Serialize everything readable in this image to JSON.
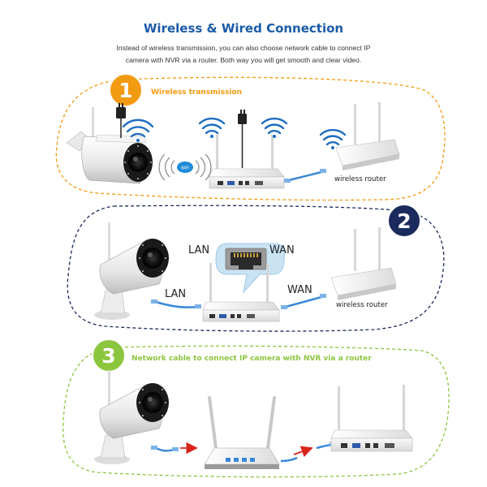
{
  "title": "Wireless & Wired Connection",
  "intro": {
    "line1": "Instead of wireless transmission, you can also choose network cable to connect IP",
    "line2": "camera with NVR via a router. Both way you will get smooth and clear video."
  },
  "colors": {
    "title": "#1a5aa8",
    "section1": "#f29a10",
    "section2": "#1b2a5c",
    "section3": "#8cc63f"
  },
  "sections": [
    {
      "number": "1",
      "label": "Wireless transmission",
      "router_label": "wireless router",
      "icons": [
        "wifi-icon",
        "power-plug-icon",
        "wireless-signal-icon"
      ]
    },
    {
      "number": "2",
      "router_label": "wireless router",
      "port_left": "LAN",
      "port_right": "WAN",
      "cable_left": "LAN",
      "cable_right": "WAN"
    },
    {
      "number": "3",
      "label": "Network cable to connect IP camera with NVR via a router"
    }
  ]
}
